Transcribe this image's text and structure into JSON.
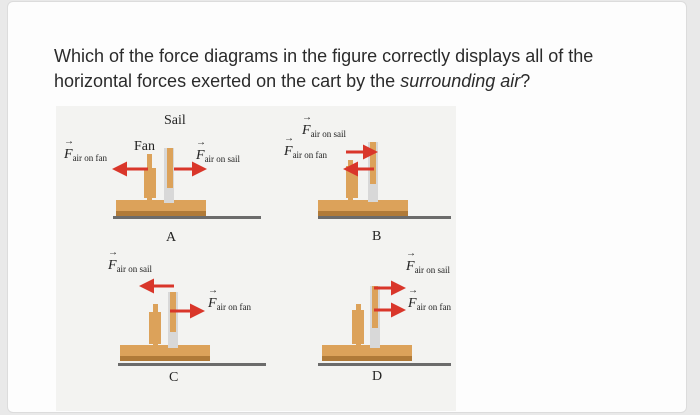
{
  "question": {
    "line1": "Which of the force diagrams in the figure correctly displays all of the",
    "line2_start": "horizontal forces exerted on the cart by the ",
    "line2_em": "surrounding air",
    "line2_end": "?"
  },
  "figure": {
    "labels": {
      "sail": "Sail",
      "fan": "Fan",
      "F": "F",
      "air_on_fan": "air on fan",
      "air_on_sail": "air on sail"
    },
    "diagrams": [
      {
        "letter": "A"
      },
      {
        "letter": "B"
      },
      {
        "letter": "C"
      },
      {
        "letter": "D"
      }
    ],
    "colors": {
      "cart": "#dca25a",
      "cart_dark": "#b07a38",
      "mast": "#d8d8d8",
      "arrow": "#d9362a",
      "ground": "#6b6b6b"
    }
  }
}
